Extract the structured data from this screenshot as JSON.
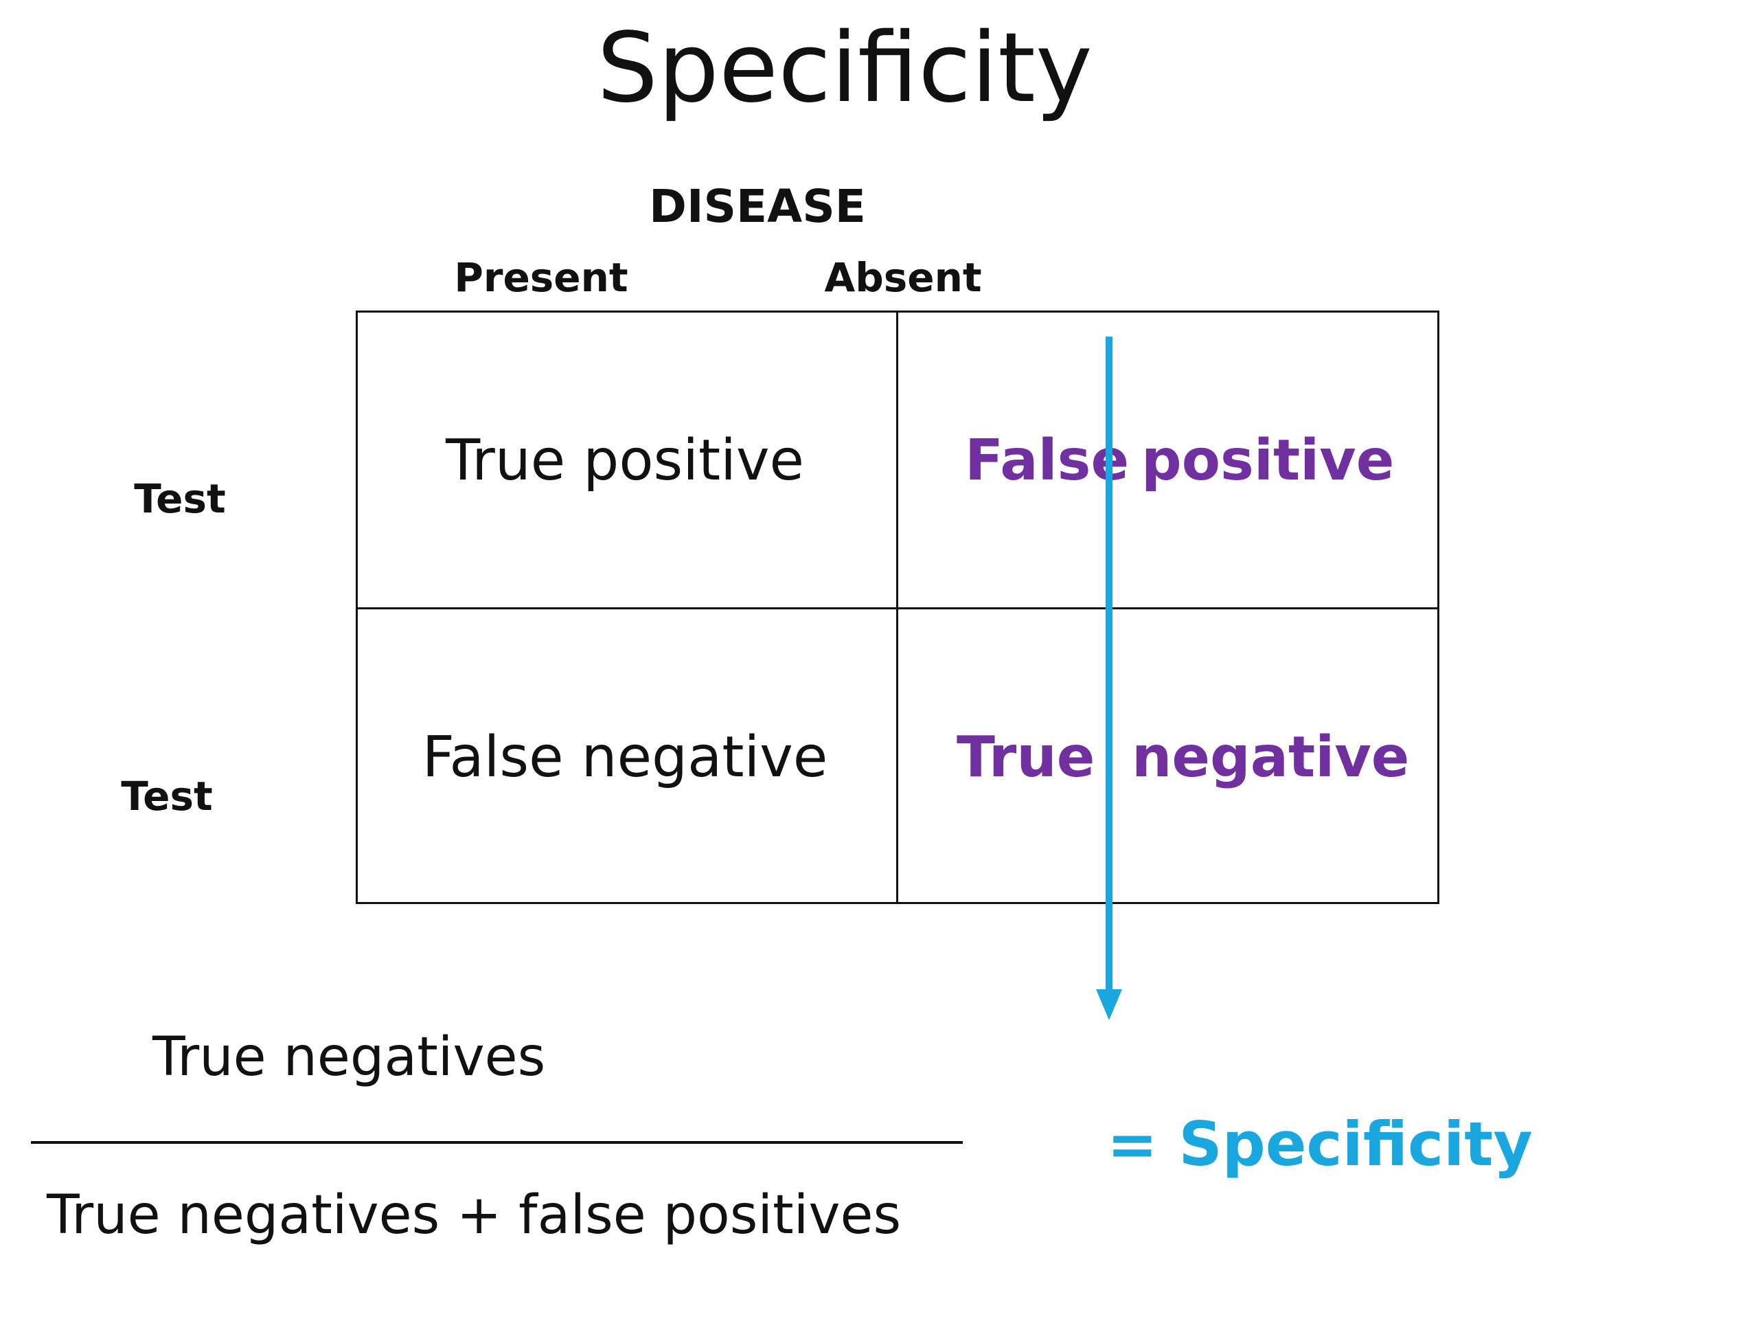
{
  "title": "Specificity",
  "disease_label": "DISEASE",
  "columns": {
    "present": "Present",
    "absent": "Absent"
  },
  "rows": {
    "top": "Test",
    "bottom": "Test"
  },
  "cells": {
    "true_positive": "True positive",
    "false_positive_left": "False",
    "false_positive_right": "positive",
    "false_negative": "False negative",
    "true_negative_left": "True",
    "true_negative_right": "negative"
  },
  "formula": {
    "numerator": "True negatives",
    "denominator": "True negatives + false positives",
    "result": "= Specificity"
  },
  "colors": {
    "text": "#111111",
    "highlight": "#7030a0",
    "arrow": "#1aa7e0"
  },
  "icons": {
    "arrow": "down-arrow-icon"
  }
}
